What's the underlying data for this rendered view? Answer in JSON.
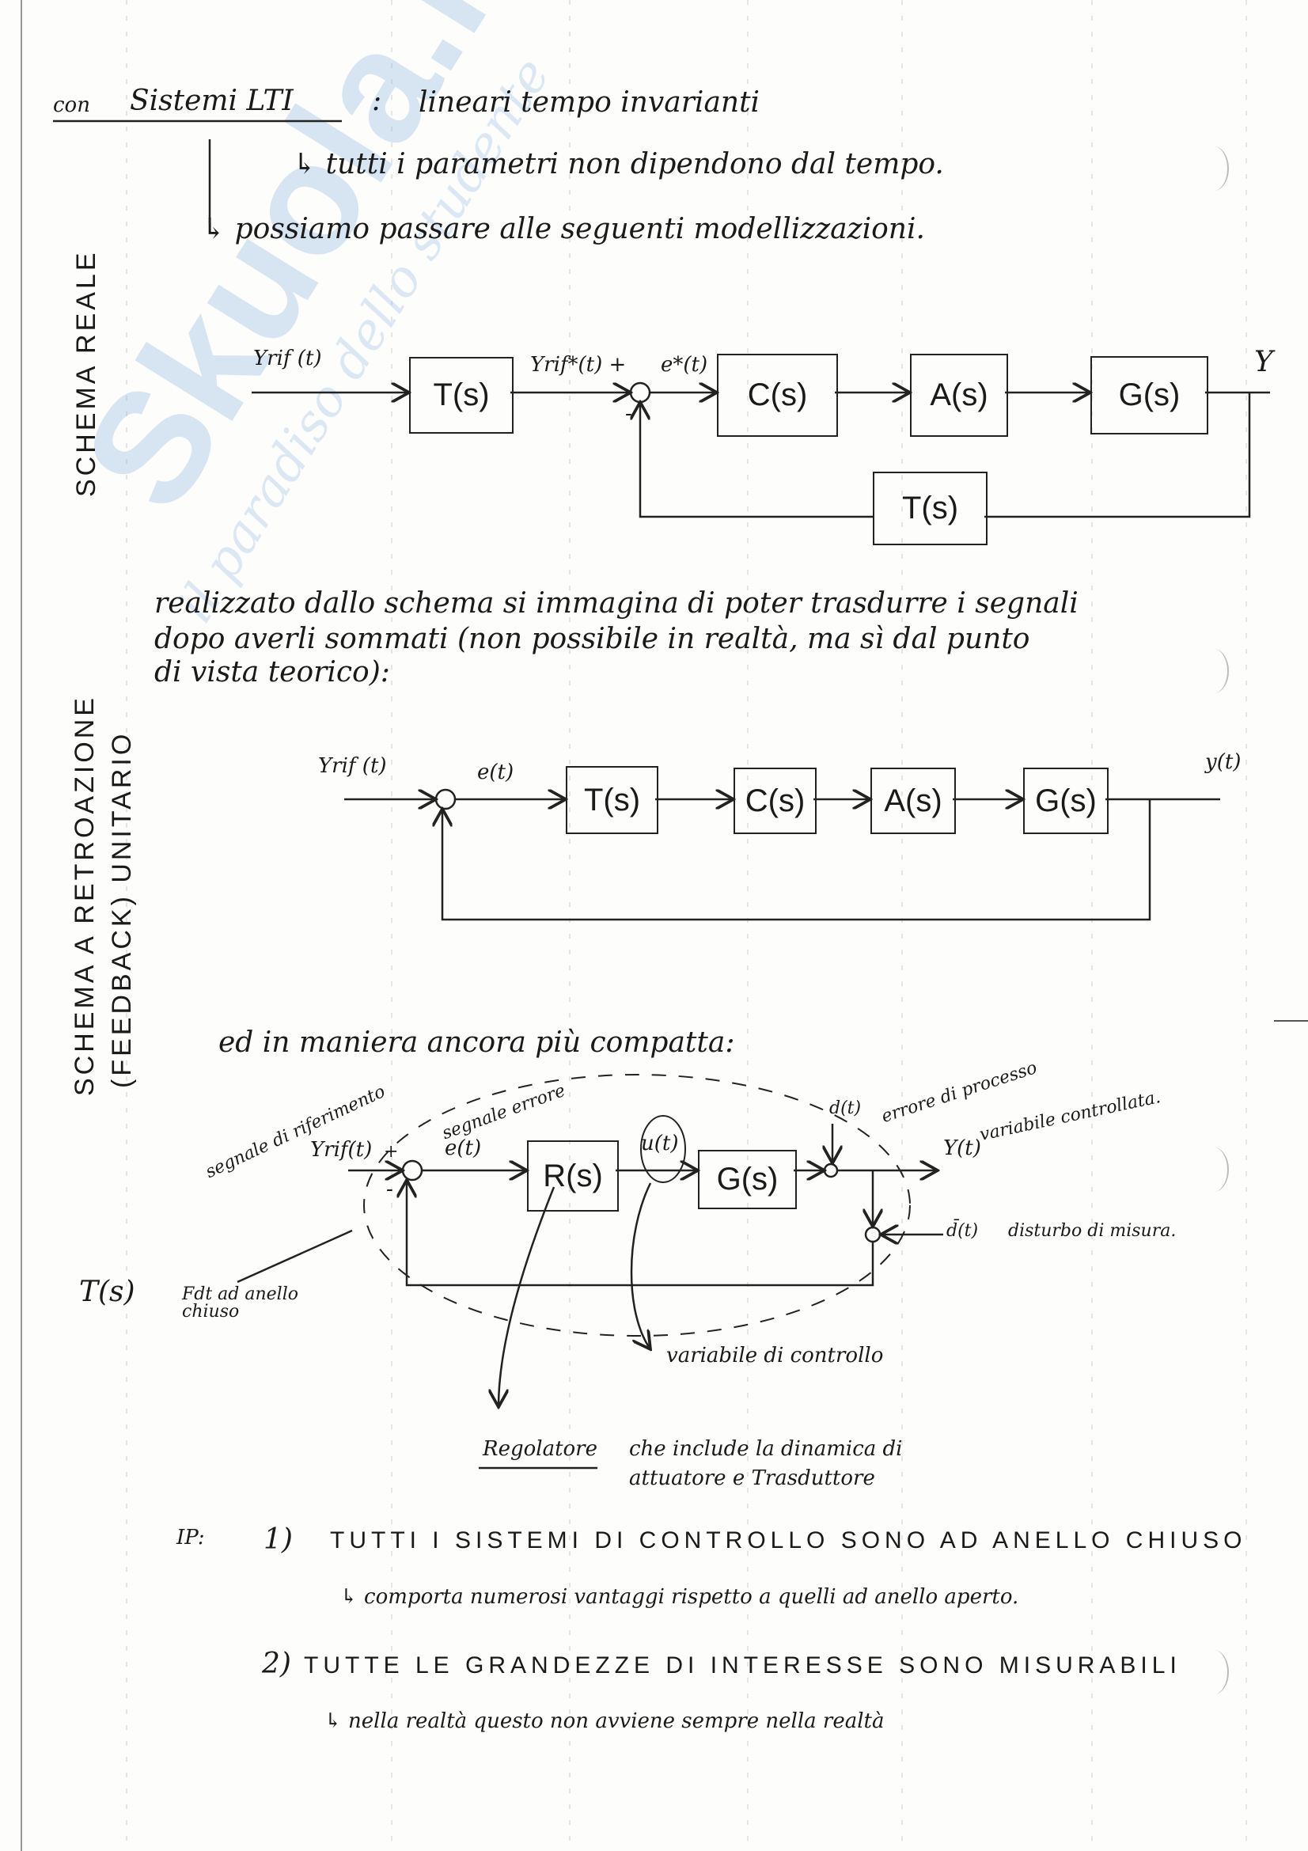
{
  "watermark": {
    "brand": "Skuola.net",
    "tagline": "il paradiso dello studente"
  },
  "intro": {
    "prefix": "con",
    "title": "Sistemi LTI",
    "colon": ":",
    "definition": "lineari tempo invarianti",
    "note1": "↳ tutti i parametri non dipendono dal tempo.",
    "note2": "↳ possiamo passare alle seguenti modellizzazioni."
  },
  "schema_reale": {
    "label": "SCHEMA REALE",
    "input": "Yrif (t)",
    "ref_star": "Yrif*(t) +",
    "err_star": "e*(t)",
    "minus": "-",
    "blocks": [
      "T(s)",
      "C(s)",
      "A(s)",
      "G(s)"
    ],
    "feedback_block": "T(s)",
    "output": "Y"
  },
  "paragraph": [
    "realizzato dallo schema si immagina di poter trasdurre i segnali",
    "dopo averli sommati (non possibile in realtà, ma sì dal punto",
    "di vista teorico):"
  ],
  "schema_unitario": {
    "label_line1": "SCHEMA A RETROAZIONE",
    "label_line2": "(FEEDBACK) UNITARIO",
    "input": "Yrif (t)",
    "error": "e(t)",
    "blocks": [
      "T(s)",
      "C(s)",
      "A(s)",
      "G(s)"
    ],
    "output": "y(t)"
  },
  "compact_intro": "ed in maniera ancora più compatta:",
  "schema_compatto": {
    "ref_note": "segnale di riferimento",
    "input": "Yrif(t)",
    "plus": "+",
    "minus": "-",
    "error_note": "segnale errore",
    "error": "e(t)",
    "controller": "R(s)",
    "control": "u(t)",
    "plant": "G(s)",
    "process_dist": "d(t)",
    "process_dist_note": "errore di processo",
    "output": "Y(t)",
    "output_note": "variabile controllata.",
    "meas_dist": "d̄(t)",
    "meas_dist_note": "disturbo di misura.",
    "closed_loop_symbol": "T(s)",
    "closed_loop_note": "Fdt ad anello chiuso",
    "control_note": "variabile di controllo",
    "regulator_word": "Regolatore",
    "regulator_note1": "che include la dinamica di",
    "regulator_note2": "attuatore e Trasduttore"
  },
  "hypotheses": {
    "label": "IP:",
    "items": [
      {
        "num": "1)",
        "text": "TUTTI I SISTEMI DI CONTROLLO SONO AD ANELLO CHIUSO",
        "note": "↳ comporta numerosi vantaggi rispetto a quelli ad anello aperto."
      },
      {
        "num": "2)",
        "text": "TUTTE LE GRANDEZZE DI INTERESSE SONO MISURABILI",
        "note": "↳ nella realtà questo non avviene sempre nella realtà"
      }
    ]
  }
}
